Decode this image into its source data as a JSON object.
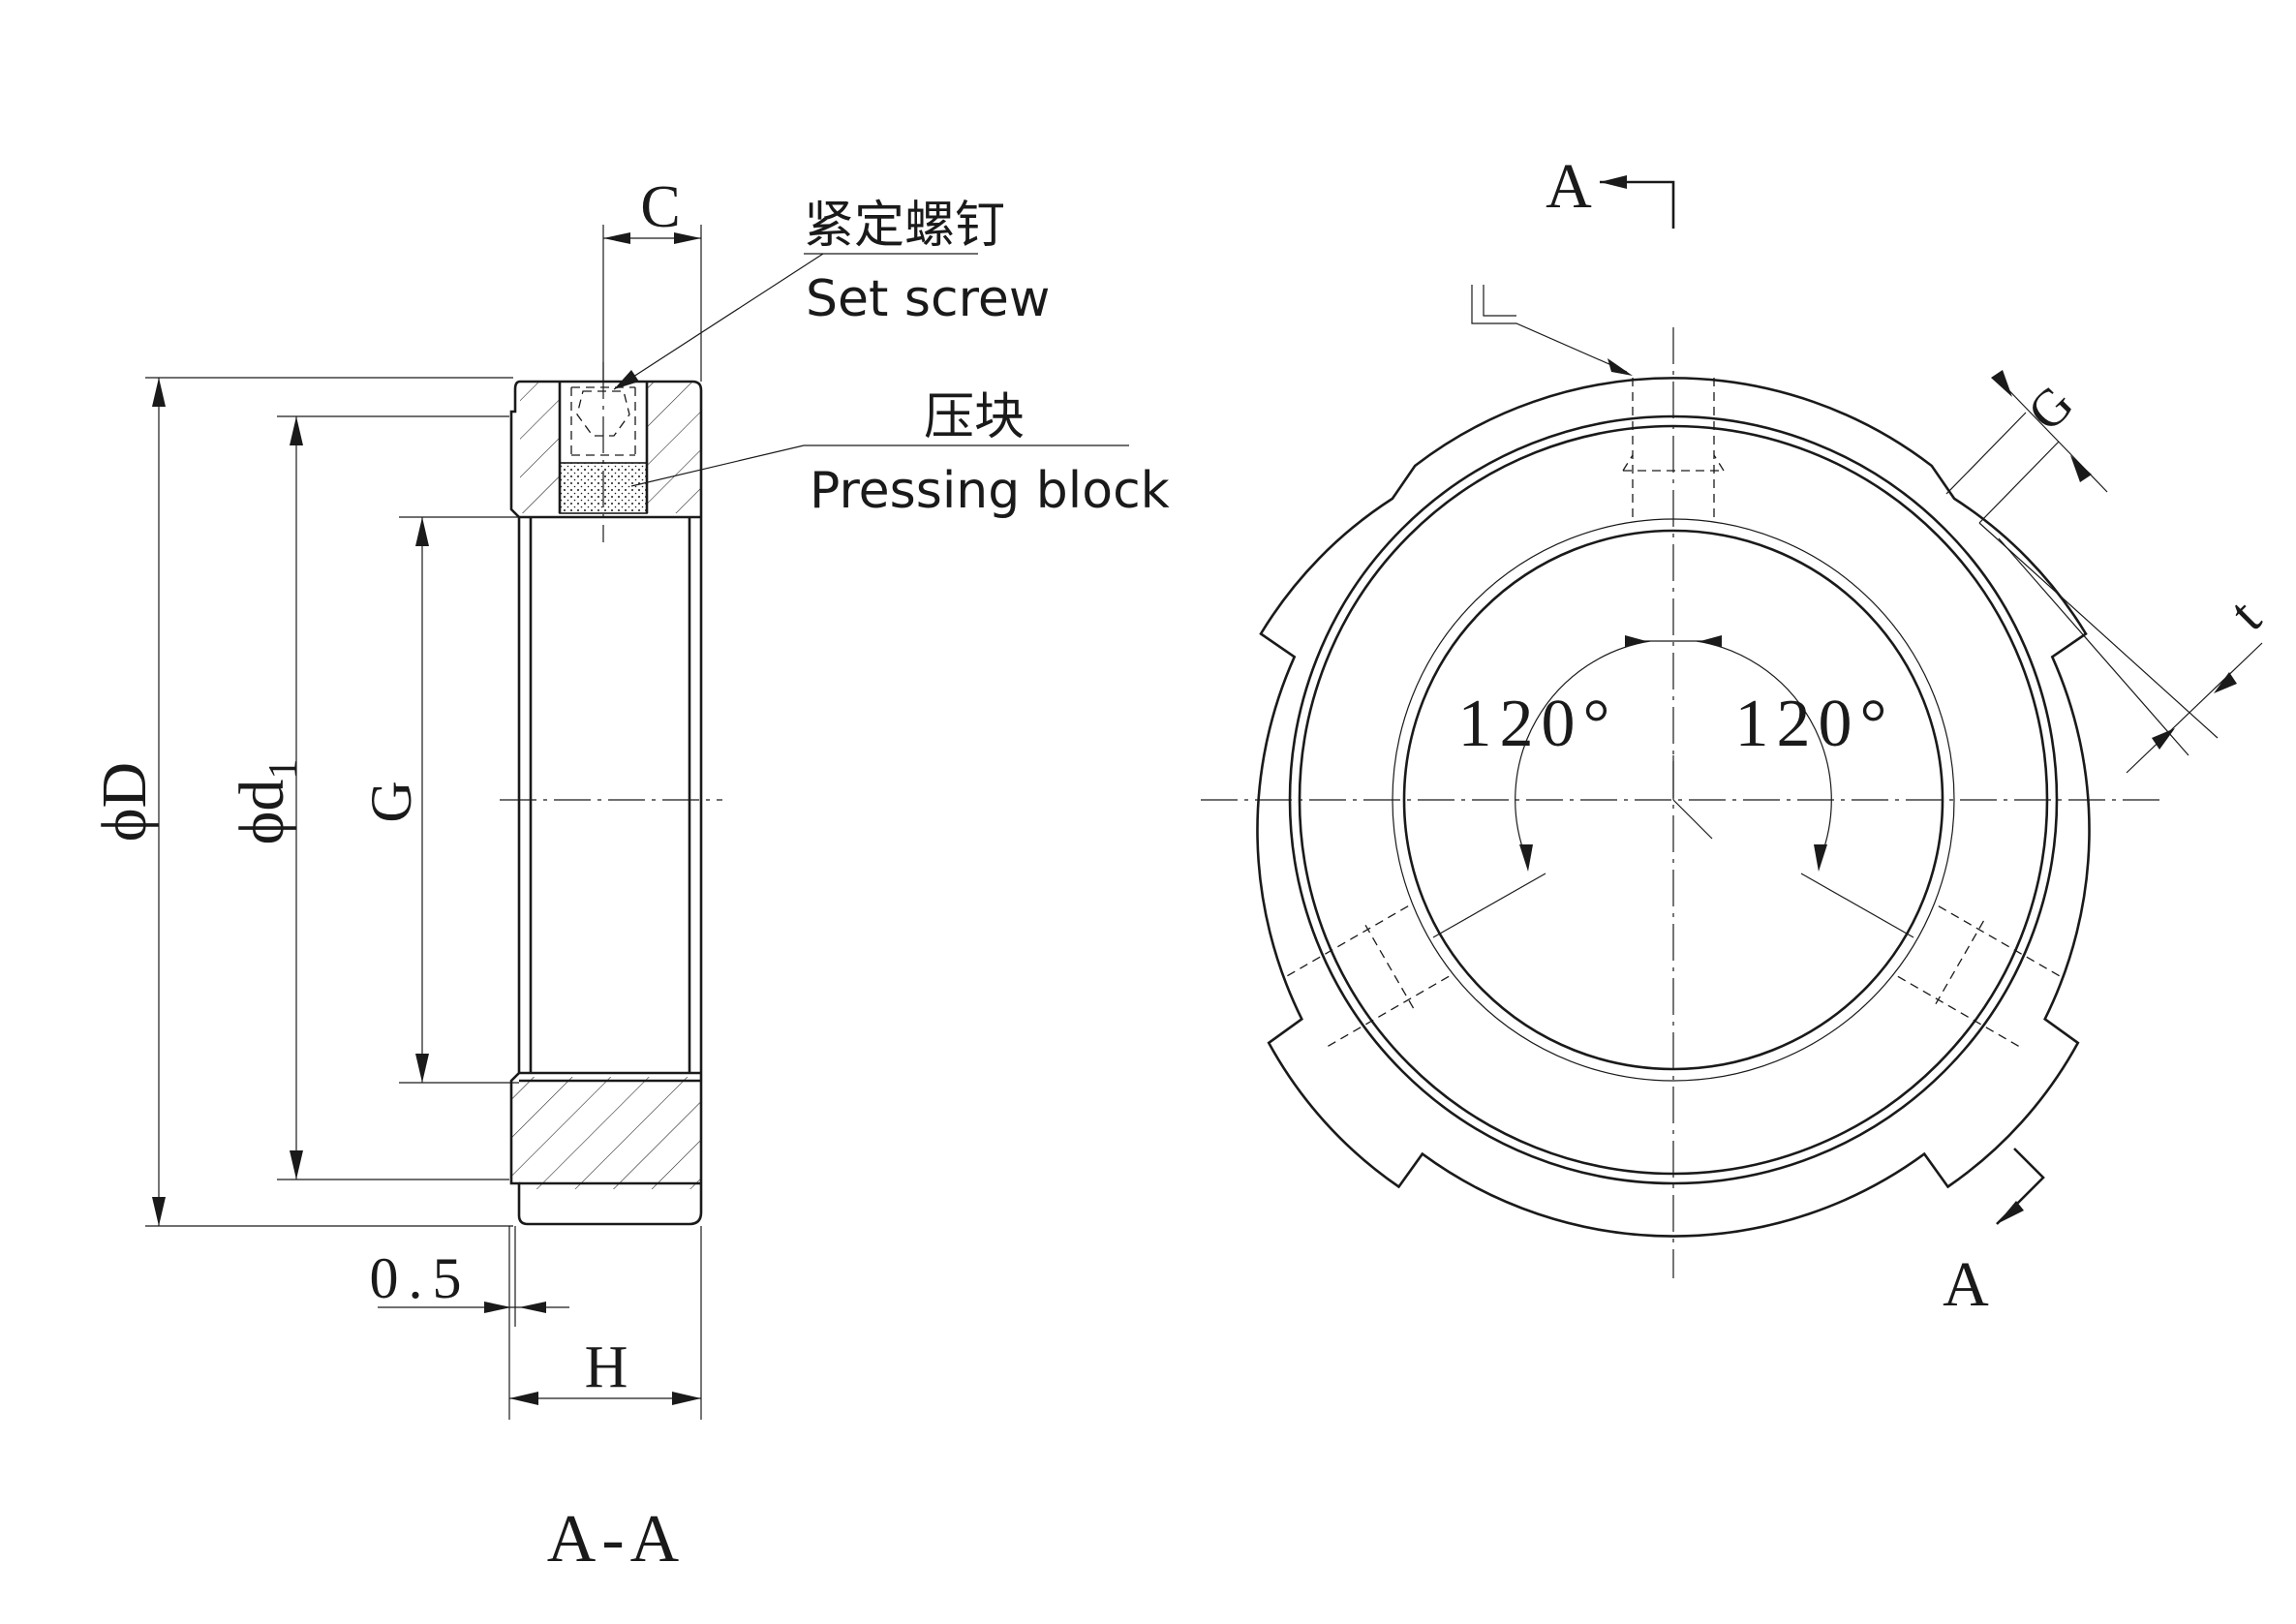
{
  "section_view": {
    "title": "A-A",
    "labels": {
      "outer_diameter": "ϕD",
      "inner_diameter": "ϕd",
      "inner_diameter_subscript": "1",
      "thread": "G",
      "width": "H",
      "chamfer": "0.5",
      "screw_offset": "C"
    },
    "callouts": {
      "set_screw_cn": "紧定螺钉",
      "set_screw_en": "Set screw",
      "pressing_block_cn": "压块",
      "pressing_block_en": "Pressing block"
    }
  },
  "front_view": {
    "section_mark_top": "A",
    "section_mark_bottom": "A",
    "angle_left": "120°",
    "angle_right": "120°",
    "slot_width": "G",
    "slot_depth": "t"
  },
  "colors": {
    "line": "#1a1a1a",
    "background": "#ffffff"
  }
}
